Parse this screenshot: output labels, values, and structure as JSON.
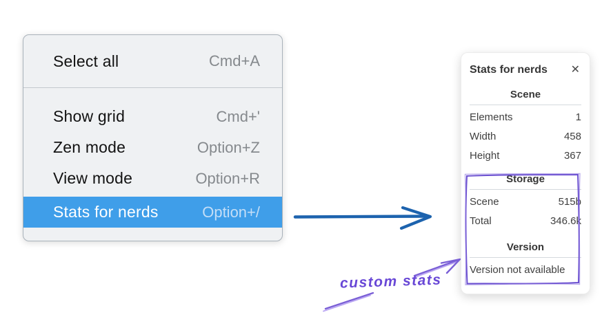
{
  "context_menu": {
    "items": [
      {
        "label": "Select all",
        "shortcut": "Cmd+A"
      },
      {
        "label": "Show grid",
        "shortcut": "Cmd+'"
      },
      {
        "label": "Zen mode",
        "shortcut": "Option+Z"
      },
      {
        "label": "View mode",
        "shortcut": "Option+R"
      },
      {
        "label": "Stats for nerds",
        "shortcut": "Option+/",
        "highlighted": true
      }
    ],
    "highlight_color": "#3f9ee9"
  },
  "stats_panel": {
    "title": "Stats for nerds",
    "scene_section": {
      "header": "Scene",
      "rows": [
        {
          "label": "Elements",
          "value": "1"
        },
        {
          "label": "Width",
          "value": "458"
        },
        {
          "label": "Height",
          "value": "367"
        }
      ]
    },
    "storage_section": {
      "header": "Storage",
      "rows": [
        {
          "label": "Scene",
          "value": "515b"
        },
        {
          "label": "Total",
          "value": "346.6k"
        }
      ]
    },
    "version_section": {
      "header": "Version",
      "note": "Version not available"
    }
  },
  "icons": {
    "close": "✕"
  },
  "annotations": {
    "custom_stats_label": "custom stats",
    "purple_color": "#6a4fd0",
    "blue_arrow_color": "#1d63ae"
  }
}
